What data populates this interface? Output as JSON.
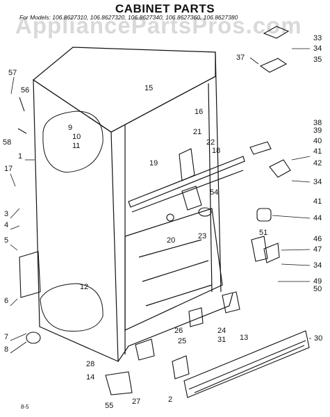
{
  "title": "CABINET PARTS",
  "models": "For Models: 106.8627310, 106.8627320, 106.8627340, 106.8627360, 106.8627380",
  "watermark": "AppliancePartsPros.com",
  "footer": "8-5",
  "callouts": [
    "57",
    "56",
    "58",
    "9",
    "10",
    "11",
    "1",
    "17",
    "3",
    "4",
    "5",
    "6",
    "7",
    "8",
    "12",
    "15",
    "16",
    "21",
    "22",
    "18",
    "19",
    "54",
    "20",
    "23",
    "26",
    "25",
    "24",
    "13",
    "31",
    "30",
    "28",
    "14",
    "55",
    "27",
    "2",
    "33",
    "34",
    "35",
    "37",
    "38",
    "39",
    "40",
    "41",
    "42",
    "34",
    "41",
    "44",
    "51",
    "46",
    "47",
    "34",
    "49",
    "50"
  ]
}
